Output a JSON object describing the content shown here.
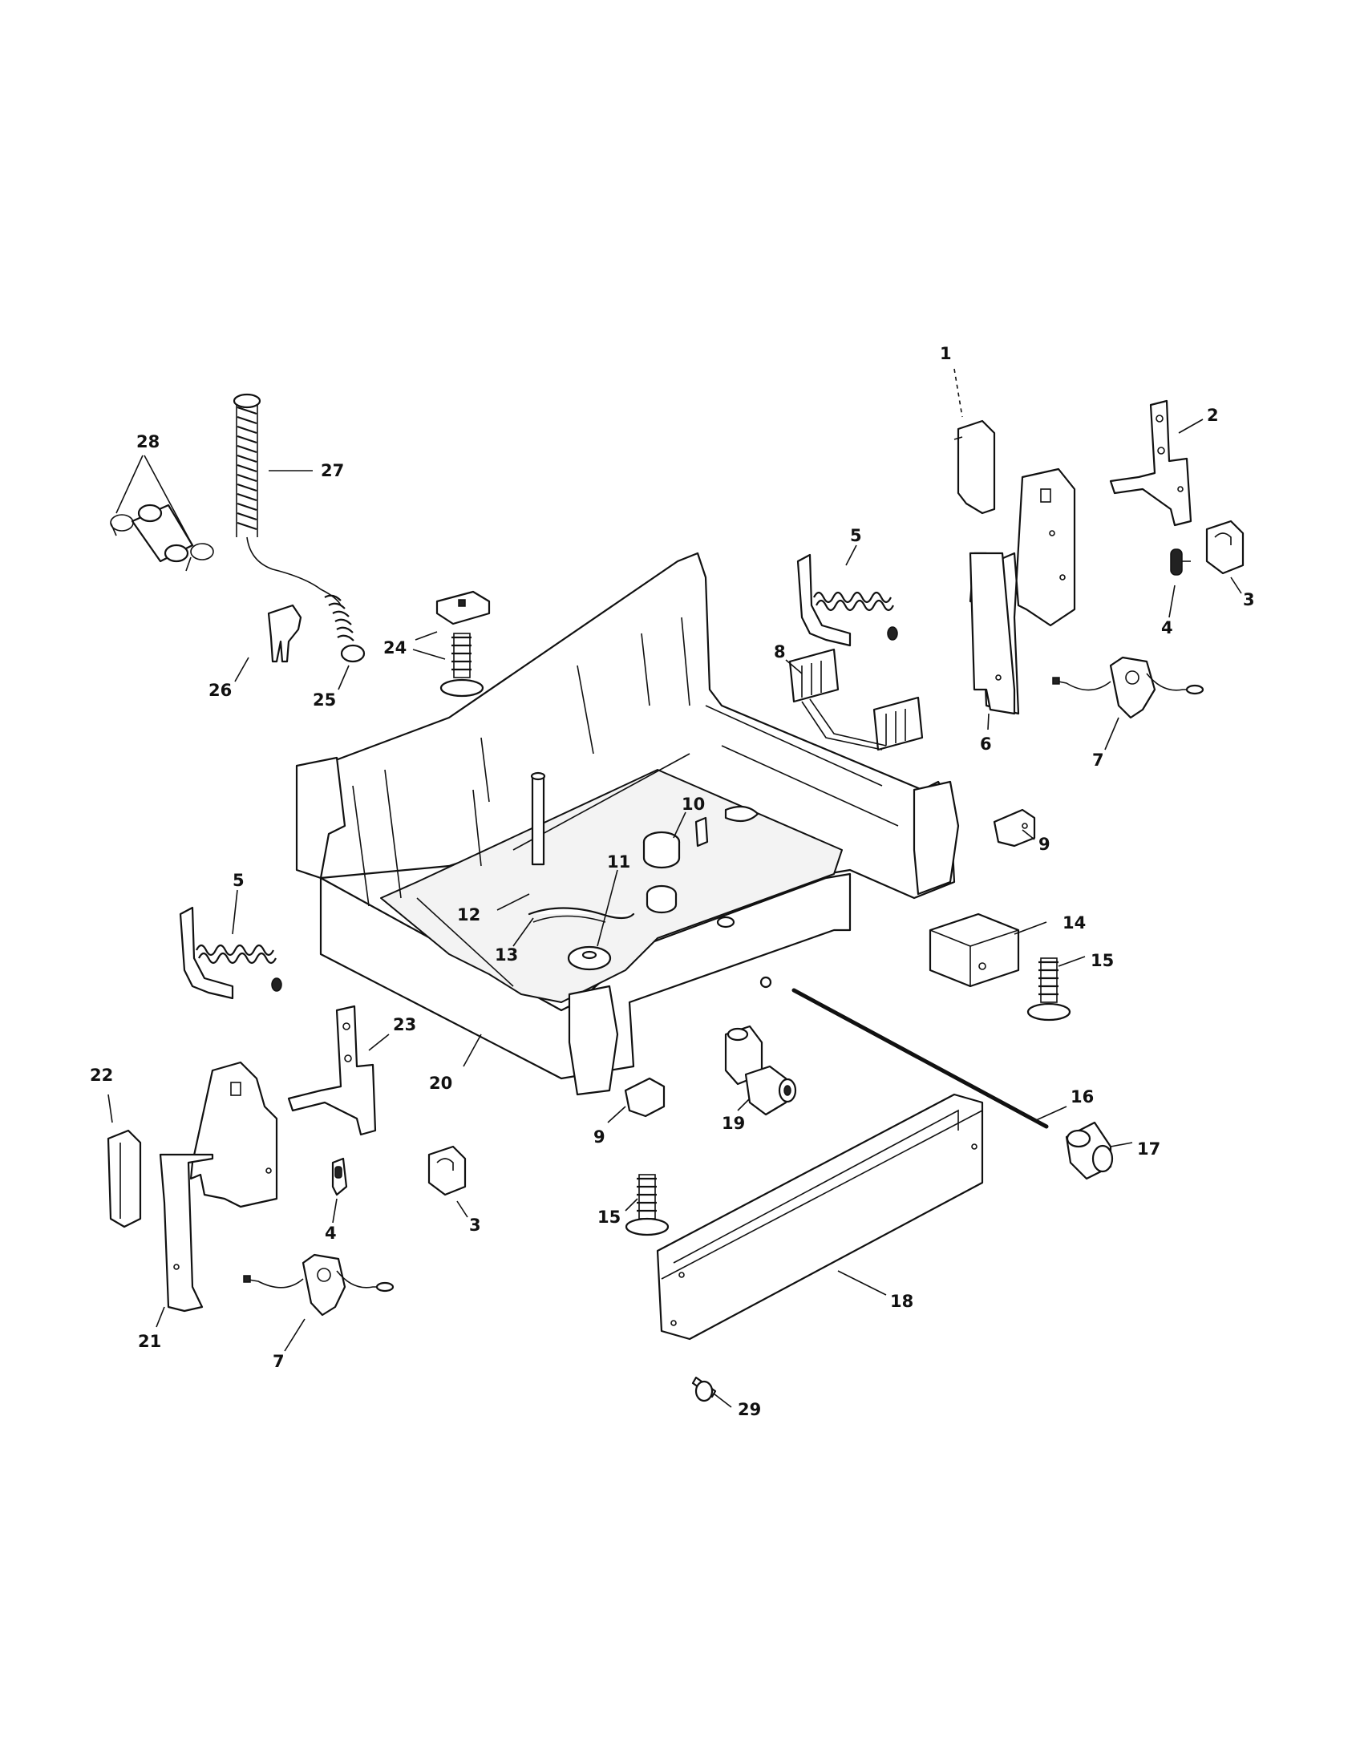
{
  "diagram": {
    "callouts": [
      {
        "id": "c1",
        "label": "1"
      },
      {
        "id": "c2",
        "label": "2"
      },
      {
        "id": "c3a",
        "label": "3"
      },
      {
        "id": "c3b",
        "label": "3"
      },
      {
        "id": "c4a",
        "label": "4"
      },
      {
        "id": "c4b",
        "label": "4"
      },
      {
        "id": "c5a",
        "label": "5"
      },
      {
        "id": "c5b",
        "label": "5"
      },
      {
        "id": "c6",
        "label": "6"
      },
      {
        "id": "c7a",
        "label": "7"
      },
      {
        "id": "c7b",
        "label": "7"
      },
      {
        "id": "c8",
        "label": "8"
      },
      {
        "id": "c9a",
        "label": "9"
      },
      {
        "id": "c9b",
        "label": "9"
      },
      {
        "id": "c10",
        "label": "10"
      },
      {
        "id": "c11",
        "label": "11"
      },
      {
        "id": "c12",
        "label": "12"
      },
      {
        "id": "c13",
        "label": "13"
      },
      {
        "id": "c14",
        "label": "14"
      },
      {
        "id": "c15a",
        "label": "15"
      },
      {
        "id": "c15b",
        "label": "15"
      },
      {
        "id": "c16",
        "label": "16"
      },
      {
        "id": "c17",
        "label": "17"
      },
      {
        "id": "c18",
        "label": "18"
      },
      {
        "id": "c19",
        "label": "19"
      },
      {
        "id": "c20",
        "label": "20"
      },
      {
        "id": "c21",
        "label": "21"
      },
      {
        "id": "c22",
        "label": "22"
      },
      {
        "id": "c23",
        "label": "23"
      },
      {
        "id": "c24",
        "label": "24"
      },
      {
        "id": "c25",
        "label": "25"
      },
      {
        "id": "c26",
        "label": "26"
      },
      {
        "id": "c27",
        "label": "27"
      },
      {
        "id": "c28",
        "label": "28"
      },
      {
        "id": "c29",
        "label": "29"
      }
    ]
  }
}
